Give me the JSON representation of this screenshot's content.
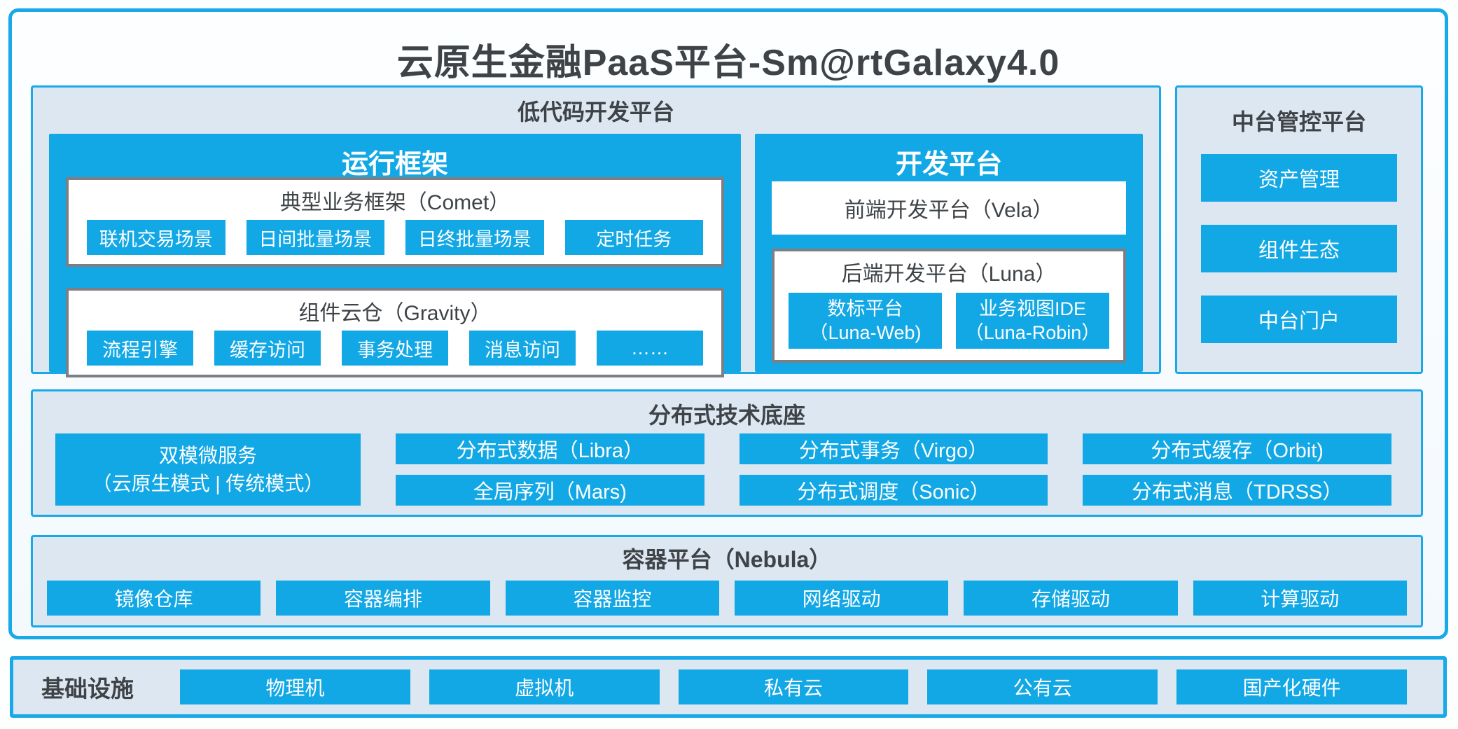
{
  "title": "云原生金融PaaS平台-Sm@rtGalaxy4.0",
  "colors": {
    "accent_blue": "#12a7e5",
    "border_blue": "#17a9e8",
    "panel_bg": "#dde7f2",
    "gray_border": "#7c7f83",
    "text_dark": "#3e4347",
    "chip_text": "#ffffff"
  },
  "low_code": {
    "title": "低代码开发平台",
    "runtime": {
      "title": "运行框架",
      "comet": {
        "title": "典型业务框架（Comet）",
        "items": [
          "联机交易场景",
          "日间批量场景",
          "日终批量场景",
          "定时任务"
        ]
      },
      "gravity": {
        "title": "组件云仓（Gravity）",
        "items": [
          "流程引擎",
          "缓存访问",
          "事务处理",
          "消息访问",
          "……"
        ]
      }
    },
    "dev": {
      "title": "开发平台",
      "vela": "前端开发平台（Vela）",
      "luna": {
        "title": "后端开发平台（Luna）",
        "items": [
          {
            "line1": "数标平台",
            "line2": "（Luna-Web)"
          },
          {
            "line1": "业务视图IDE",
            "line2": "（Luna-Robin）"
          }
        ]
      }
    }
  },
  "mid_platform": {
    "title": "中台管控平台",
    "items": [
      "资产管理",
      "组件生态",
      "中台门户"
    ]
  },
  "distributed": {
    "title": "分布式技术底座",
    "dual_mode": {
      "line1": "双模微服务",
      "line2": "（云原生模式 | 传统模式）"
    },
    "columns": [
      [
        "分布式数据（Libra）",
        "全局序列（Mars)"
      ],
      [
        "分布式事务（Virgo）",
        "分布式调度（Sonic）"
      ],
      [
        "分布式缓存（Orbit)",
        "分布式消息（TDRSS）"
      ]
    ]
  },
  "container_platform": {
    "title": "容器平台（Nebula）",
    "items": [
      "镜像仓库",
      "容器编排",
      "容器监控",
      "网络驱动",
      "存储驱动",
      "计算驱动"
    ]
  },
  "infrastructure": {
    "title": "基础设施",
    "items": [
      "物理机",
      "虚拟机",
      "私有云",
      "公有云",
      "国产化硬件"
    ]
  }
}
